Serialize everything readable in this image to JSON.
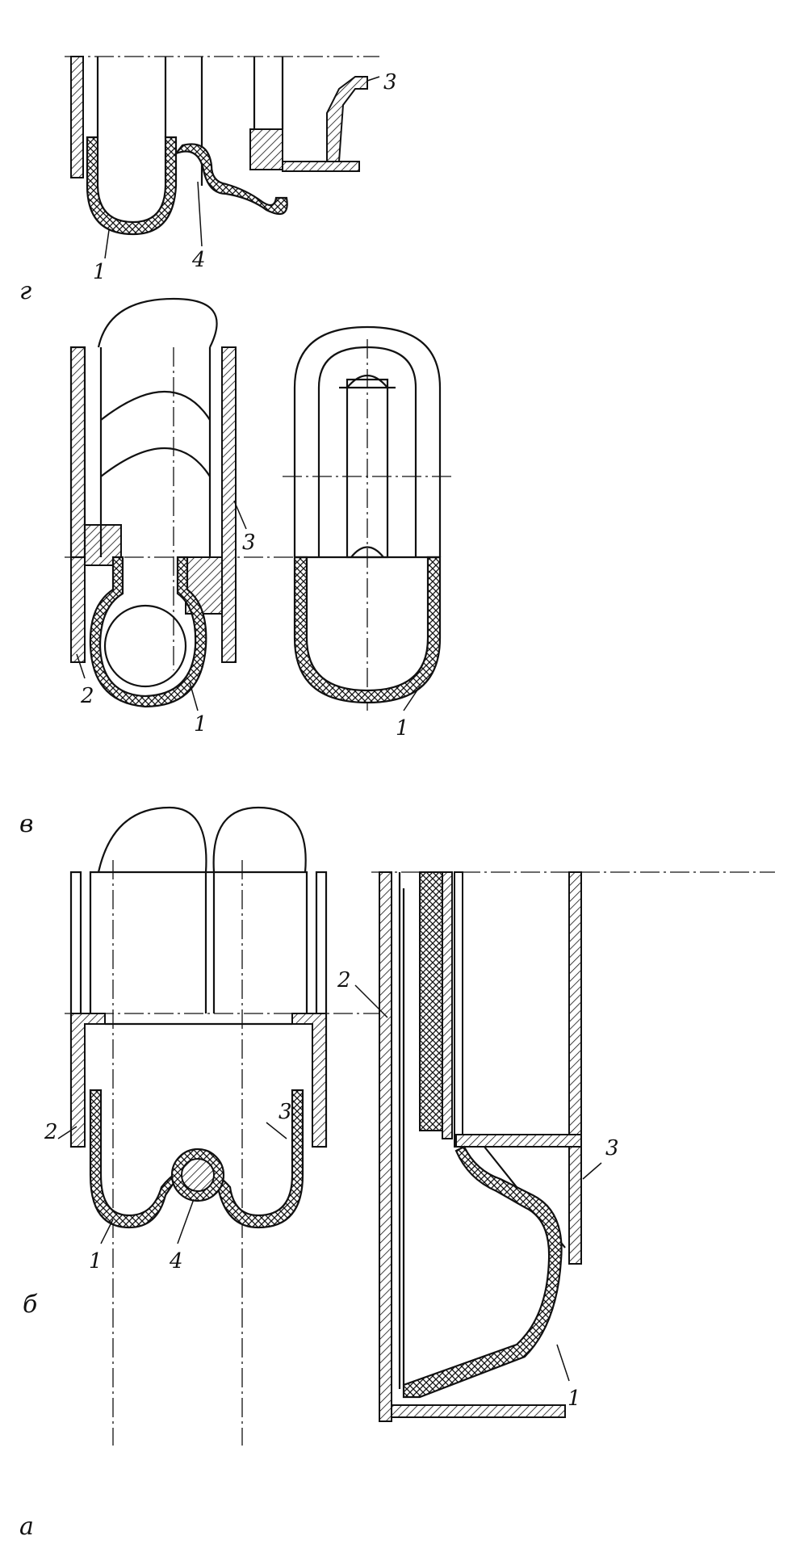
{
  "figure": {
    "panel_labels": {
      "a": "а",
      "b": "б",
      "v": "в",
      "g": "г"
    },
    "part_numbers": {
      "p1": "1",
      "p2": "2",
      "p3": "3",
      "p4": "4"
    }
  }
}
